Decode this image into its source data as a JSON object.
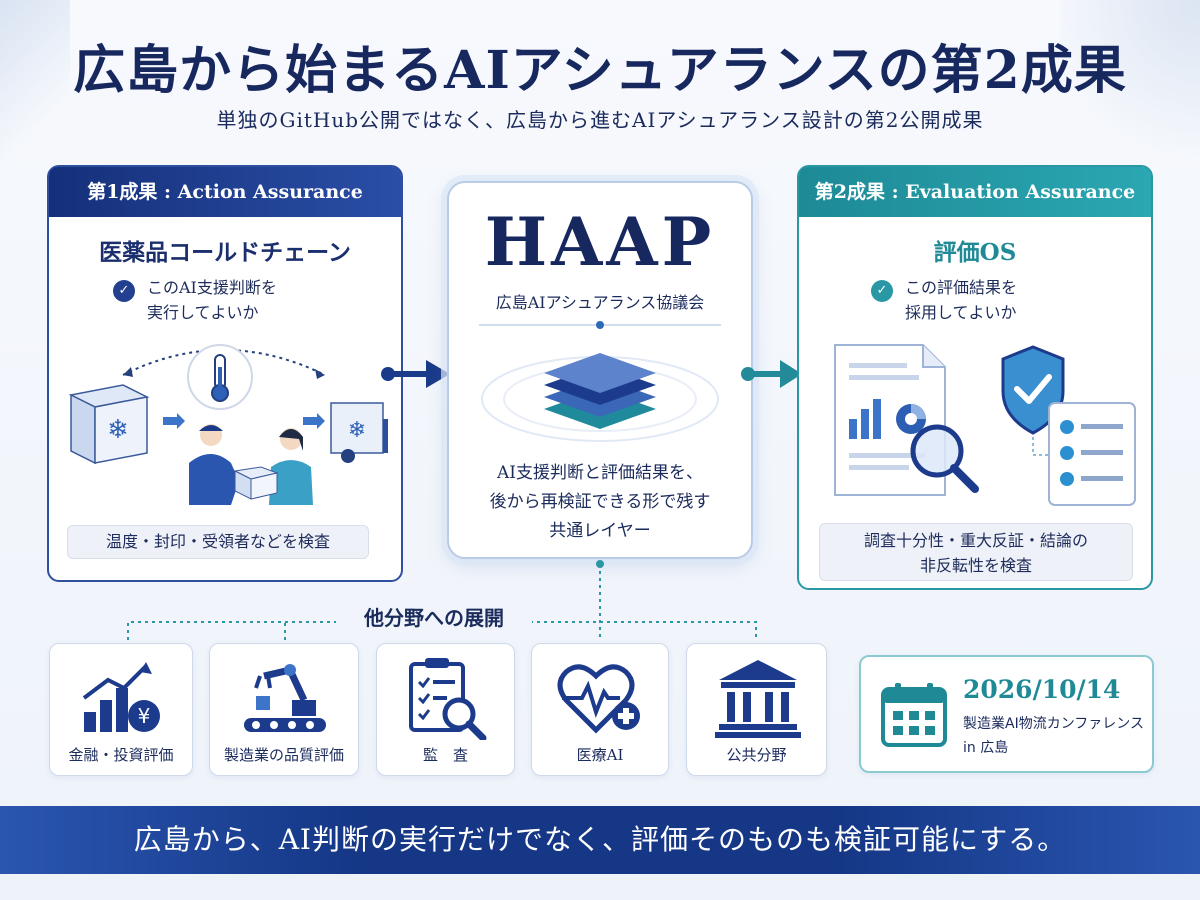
{
  "header": {
    "title": "広島から始まるAIアシュアランスの第2成果",
    "subtitle": "単独のGitHub公開ではなく、広島から進むAIアシュアランス設計の第2公開成果"
  },
  "left_card": {
    "header": "第1成果 : Action Assurance",
    "title": "医薬品コールドチェーン",
    "question_line1": "このAI支援判断を",
    "question_line2": "実行してよいか",
    "footer": "温度・封印・受領者などを検査"
  },
  "center_card": {
    "logo": "HAAP",
    "subtitle": "広島AIアシュアランス協議会",
    "desc_line1": "AI支援判断と評価結果を、",
    "desc_line2": "後から再検証できる形で残す",
    "desc_line3": "共通レイヤー"
  },
  "right_card": {
    "header": "第2成果 : Evaluation Assurance",
    "title": "評価OS",
    "question_line1": "この評価結果を",
    "question_line2": "採用してよいか",
    "footer_line1": "調査十分性・重大反証・結論の",
    "footer_line2": "非反転性を検査"
  },
  "expansion": {
    "label": "他分野への展開",
    "items": [
      {
        "label": "金融・投資評価",
        "icon": "finance-chart-icon"
      },
      {
        "label": "製造業の品質評価",
        "icon": "robot-arm-icon"
      },
      {
        "label": "監　査",
        "icon": "audit-clipboard-icon"
      },
      {
        "label": "医療AI",
        "icon": "medical-heart-icon"
      },
      {
        "label": "公共分野",
        "icon": "public-building-icon"
      }
    ]
  },
  "event": {
    "date": "2026/10/14",
    "name": "製造業AI物流カンファレンス",
    "place": "in 広島",
    "icon": "calendar-icon"
  },
  "banner": {
    "text": "広島から、AI判断の実行だけでなく、評価そのものも検証可能にする。"
  },
  "colors": {
    "navy": "#17285f",
    "blue": "#2a4ea6",
    "teal": "#2a97a4"
  }
}
